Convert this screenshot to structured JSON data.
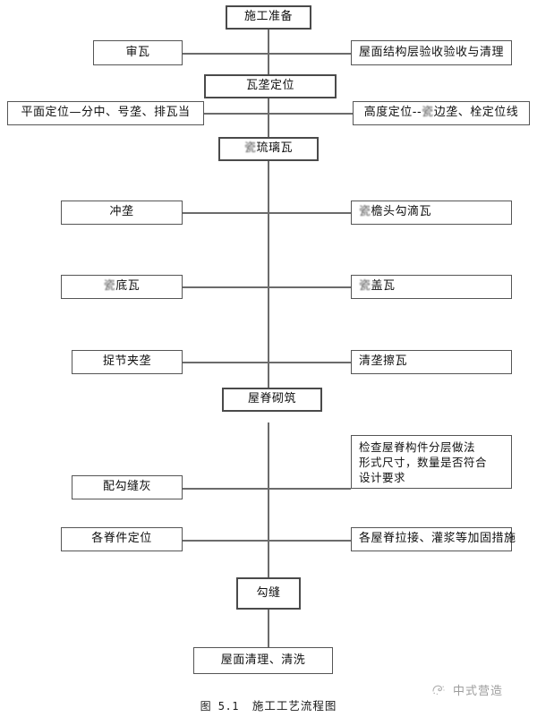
{
  "figure": {
    "caption_number": "图 5.1",
    "caption_title": "施工工艺流程图"
  },
  "brand": {
    "name": "中式营造",
    "icon": "swirl-logo-icon"
  },
  "nodes": {
    "prep": "施工准备",
    "inspect_tile": "审瓦",
    "roof_accept": "屋面结构层验收验收与清理",
    "ridge_position": "瓦垄定位",
    "plane_position": "平面定位—分中、号垄、排瓦当",
    "height_position_pre": "高度定位--",
    "height_position_blur": "瓷",
    "height_position_post": "边垄、栓定位线",
    "glazed_tile_blur": "瓷",
    "glazed_tile": "琉璃瓦",
    "chong_long": "冲垄",
    "eave_tile_blur": "瓷",
    "eave_tile": "檐头勾滴瓦",
    "bottom_tile_blur": "瓷",
    "bottom_tile": "底瓦",
    "cover_tile_blur": "瓷",
    "cover_tile": "盖瓦",
    "zhuojie": "捉节夹垄",
    "qinglong": "清垄擦瓦",
    "ridge_build": "屋脊砌筑",
    "check_line1": "检查屋脊构件分层做法",
    "check_line2": "形式尺寸，数量是否符合",
    "check_line3": "设计要求",
    "pei_gou": "配勾缝灰",
    "ridge_parts": "各脊件定位",
    "ridge_reinforce": "各屋脊拉接、灌浆等加固措施",
    "gou_feng": "勾缝",
    "roof_clean": "屋面清理、清洗"
  },
  "colors": {
    "line": "#6b6b6b",
    "border": "#4a4a4a",
    "text": "#111111",
    "background": "#ffffff"
  }
}
